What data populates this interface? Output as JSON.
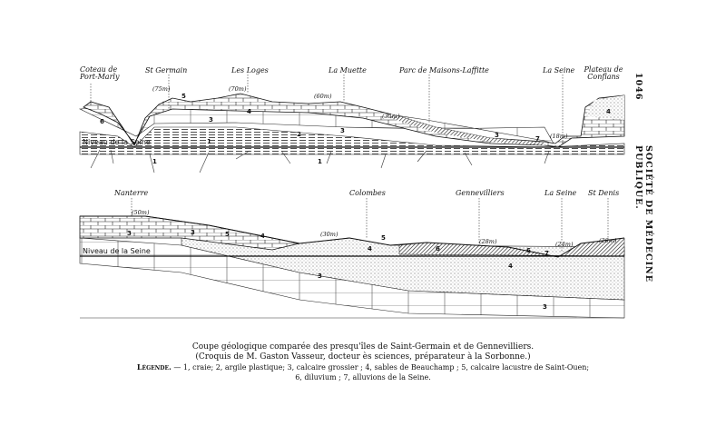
{
  "page_number": "1046",
  "running_head": "SOCIÉTÉ DE MÉDECINE PUBLIQUE.",
  "figure": {
    "top_section": {
      "places": [
        "Coteau de Port-Marly",
        "St Germain",
        "Les Loges",
        "La Muette",
        "Parc de Maisons-Laffitte",
        "La Seine",
        "Plateau de Conflans"
      ],
      "elevations": [
        "(75m)",
        "(70m)",
        "(60m)",
        "(35m)",
        "(18m)"
      ],
      "water_level": "Niveau de la Seine"
    },
    "bottom_section": {
      "places": [
        "Nanterre",
        "Colombes",
        "Gennevilliers",
        "La Seine",
        "St Denis"
      ],
      "elevations": [
        "(50m)",
        "(30m)",
        "(28m)",
        "(24m)",
        "(28m)"
      ],
      "water_level": "Niveau de la Seine"
    },
    "layer_numbers": [
      "1",
      "2",
      "3",
      "4",
      "5",
      "6",
      "7"
    ]
  },
  "caption": {
    "title": "Coupe géologique comparée des presqu'îles de Saint-Germain et de Gennevilliers.",
    "credit": "(Croquis de M. Gaston Vasseur, docteur ès sciences, préparateur à la Sorbonne.)",
    "legend_label": "Légende.",
    "legend_line1": " — 1, craie; 2, argile plastique; 3, calcaire grossier ; 4, sables de Beauchamp ; 5, calcaire lacustre de Saint-Ouen;",
    "legend_line2": "6, diluvium ; 7, alluvions de la Seine."
  }
}
